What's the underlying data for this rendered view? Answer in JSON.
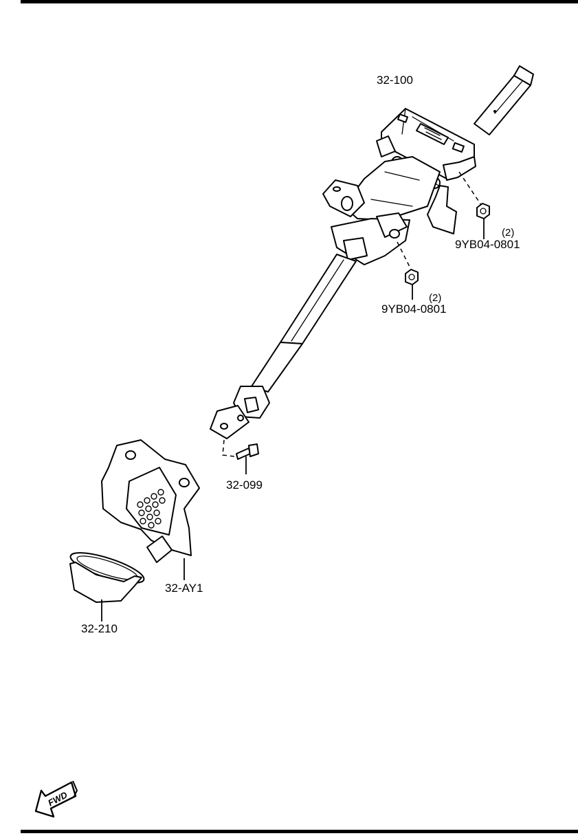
{
  "diagram": {
    "parts": [
      {
        "id": "column",
        "label": "32-100"
      },
      {
        "id": "nut_upper",
        "label": "9YB04-0801",
        "qty": "(2)"
      },
      {
        "id": "nut_lower",
        "label": "9YB04-0801",
        "qty": "(2)"
      },
      {
        "id": "bolt",
        "label": "32-099"
      },
      {
        "id": "joint_assembly",
        "label": "32-AY1"
      },
      {
        "id": "boot",
        "label": "32-210"
      }
    ],
    "direction_badge": "FWD"
  }
}
